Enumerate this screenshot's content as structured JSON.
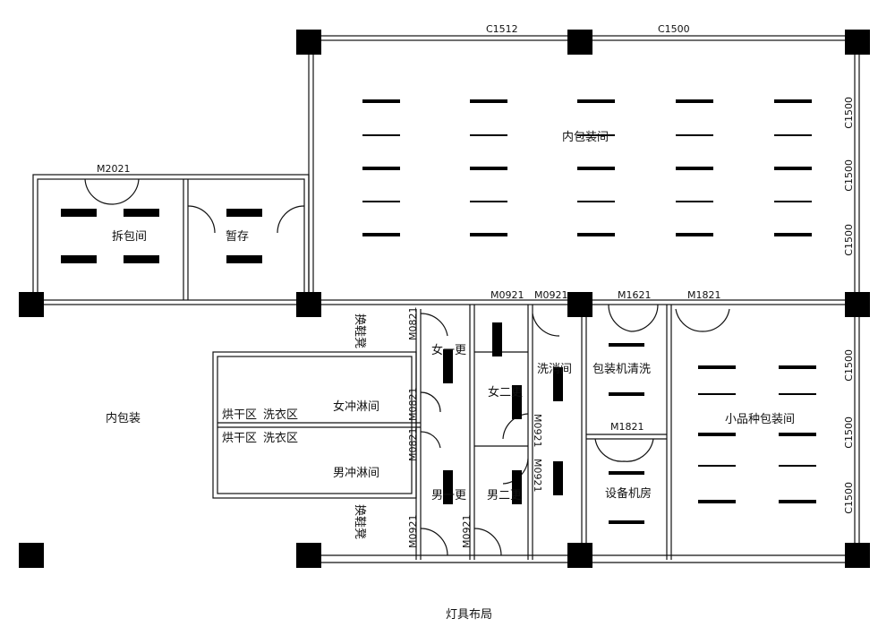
{
  "title": "灯具布局",
  "rooms": {
    "inner_packing_room": "内包装间",
    "unpacking_room": "拆包间",
    "temp_storage": "暂存",
    "inner_packing": "内包装",
    "shoe_bench_top": "换鞋凳",
    "shoe_bench_bottom": "换鞋凳",
    "women_change": "女一更",
    "women_change_2": "女二更",
    "men_change": "男一更",
    "men_change_2": "男二更",
    "women_shower": "女冲淋间",
    "men_shower": "男冲淋间",
    "drying_top": "烘干区",
    "drying_bottom": "烘干区",
    "laundry_top": "洗衣区",
    "laundry_bottom": "洗衣区",
    "disinfection": "洗消间",
    "machine_cleaning": "包装机清洗",
    "equipment_room": "设备机房",
    "small_packing": "小品种包装间"
  },
  "codes": {
    "window_top_1": "C1512",
    "window_top_2": "C1500",
    "window_right": [
      "C1500",
      "C1500",
      "C1500",
      "C1500",
      "C1500",
      "C1500"
    ],
    "door_unpack": "M2021",
    "door_m0921_a": "M0921",
    "door_m0921_b": "M0921",
    "door_m1621": "M1621",
    "door_m1821_a": "M1821",
    "door_m1821_b": "M1821",
    "door_m0821": [
      "M0821",
      "M0821",
      "M0821"
    ],
    "door_m0921_v": [
      "M0921",
      "M0921",
      "M0921",
      "M0921"
    ]
  }
}
